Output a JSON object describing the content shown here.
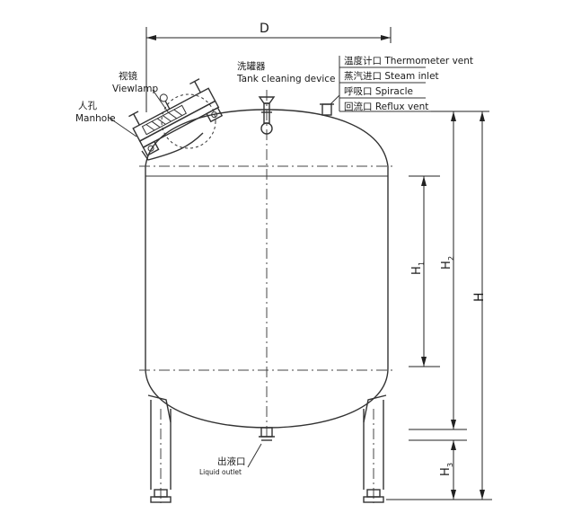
{
  "dimensions": {
    "d": "D",
    "h": "H",
    "h1": "H",
    "h1_sub": "1",
    "h2": "H",
    "h2_sub": "2",
    "h3": "H",
    "h3_sub": "3"
  },
  "labels": {
    "viewlamp_cn": "视镜",
    "viewlamp_en": "Viewlamp",
    "manhole_cn": "人孔",
    "manhole_en": "Manhole",
    "tank_cleaning_cn": "洗罐器",
    "tank_cleaning_en": "Tank cleaning device",
    "thermometer_vent": "温度计口 Thermometer vent",
    "steam_inlet": "蒸汽进口 Steam inlet",
    "spiracle": "呼吸口 Spiracle",
    "reflux_vent": "回流口 Reflux vent",
    "liquid_outlet_cn": "出液口",
    "liquid_outlet_en": "Liquid outlet"
  }
}
